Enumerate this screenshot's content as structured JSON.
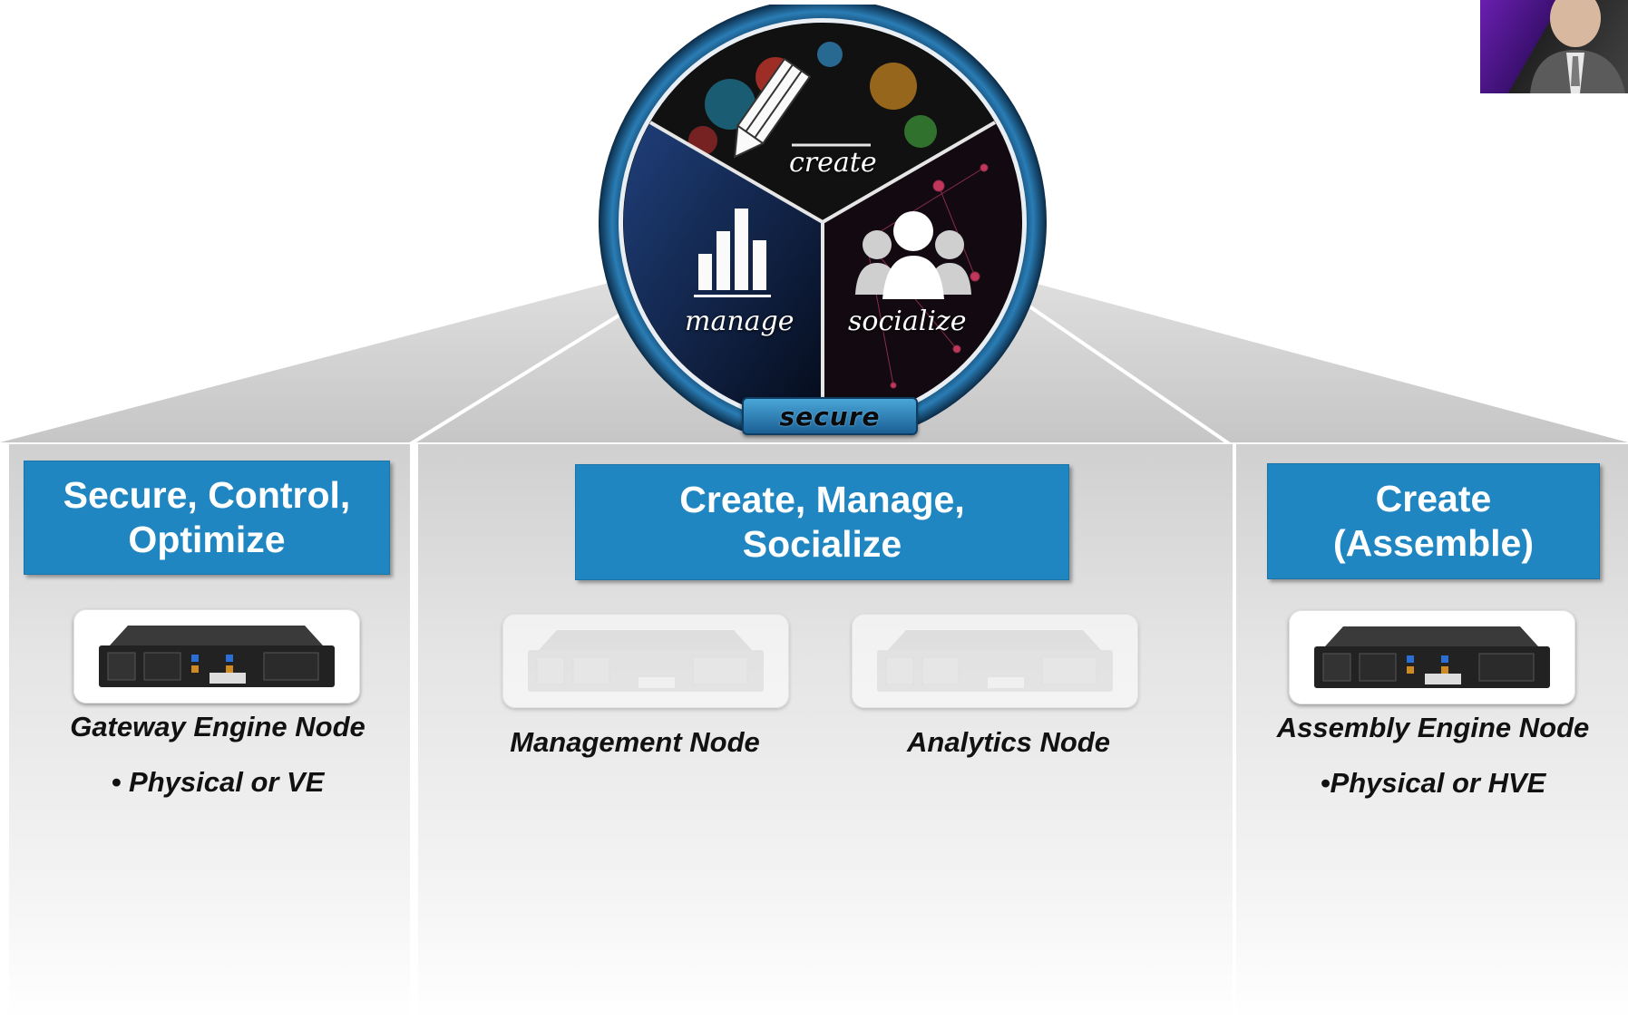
{
  "hub": {
    "segments": {
      "create": "create",
      "manage": "manage",
      "socialize": "socialize"
    },
    "badge": "secure"
  },
  "columns": {
    "left": {
      "header": [
        "Secure, Control,",
        "Optimize"
      ],
      "node": "Gateway Engine Node",
      "bullet": "• Physical or VE"
    },
    "middle": {
      "header": [
        "Create, Manage,",
        "Socialize"
      ],
      "nodes": [
        "Management Node",
        "Analytics Node"
      ]
    },
    "right": {
      "header": [
        "Create",
        "(Assemble)"
      ],
      "node": "Assembly Engine Node",
      "bullet": "•Physical or HVE"
    }
  },
  "colors": {
    "header_blue": "#1f86c2",
    "ring_blue": "#1a5f94"
  }
}
